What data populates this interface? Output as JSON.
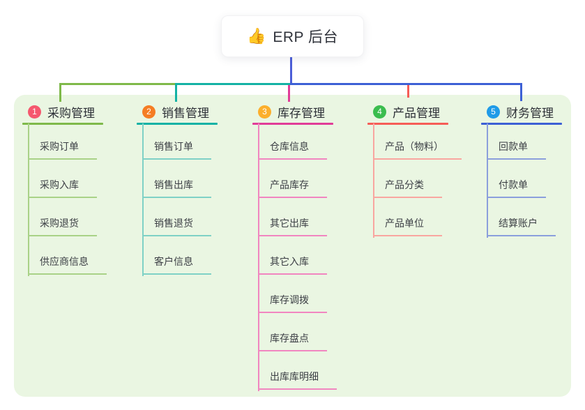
{
  "root": {
    "emoji": "👍",
    "title": "ERP 后台"
  },
  "colors": {
    "panel_bg": "#eaf6e2",
    "root_line": "#4c5ed8"
  },
  "branches": [
    {
      "index": "1",
      "title": "采购管理",
      "badge_color": "#f5586e",
      "line_color": "#7fb94a",
      "child_line_color": "#a9d287",
      "children": [
        "采购订单",
        "采购入库",
        "采购退货",
        "供应商信息"
      ]
    },
    {
      "index": "2",
      "title": "销售管理",
      "badge_color": "#f57d24",
      "line_color": "#14b2a5",
      "child_line_color": "#7fd1c6",
      "children": [
        "销售订单",
        "销售出库",
        "销售退货",
        "客户信息"
      ]
    },
    {
      "index": "3",
      "title": "库存管理",
      "badge_color": "#fcaf2c",
      "line_color": "#e13c98",
      "child_line_color": "#f186c0",
      "children": [
        "仓库信息",
        "产品库存",
        "其它出库",
        "其它入库",
        "库存调拨",
        "库存盘点",
        "出库库明细"
      ]
    },
    {
      "index": "4",
      "title": "产品管理",
      "badge_color": "#3bbd4e",
      "line_color": "#f65d57",
      "child_line_color": "#f9a6a0",
      "children": [
        "产品（物料）",
        "产品分类",
        "产品单位"
      ]
    },
    {
      "index": "5",
      "title": "财务管理",
      "badge_color": "#1f9be8",
      "line_color": "#3d60d5",
      "child_line_color": "#8b9fdc",
      "children": [
        "回款单",
        "付款单",
        "结算账户"
      ]
    }
  ]
}
